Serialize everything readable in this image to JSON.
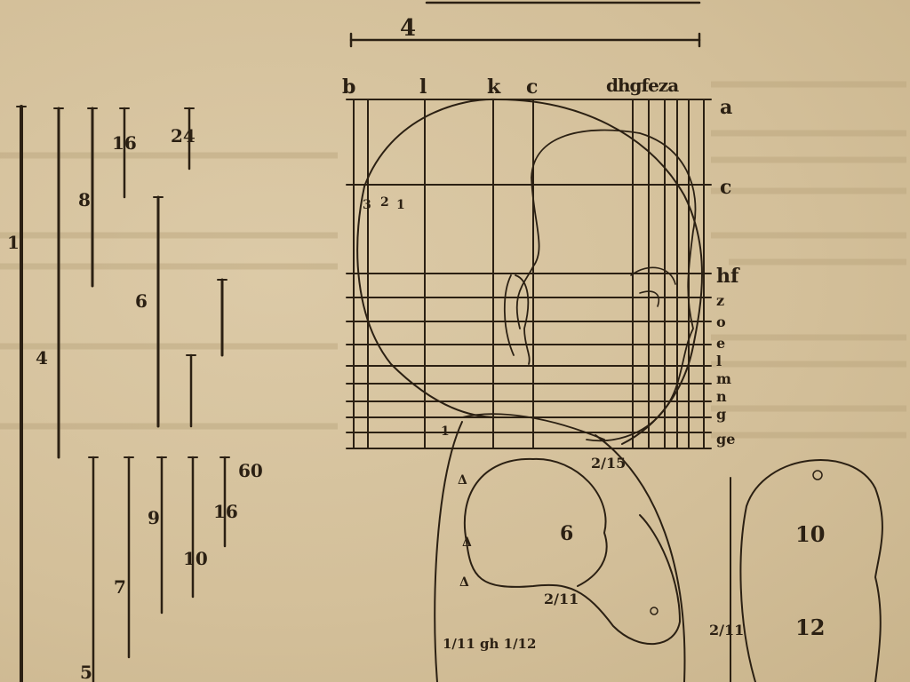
{
  "top_scale_label": "4",
  "rulers": [
    {
      "label": "1"
    },
    {
      "label": "4"
    },
    {
      "label": "8"
    },
    {
      "label": "16"
    },
    {
      "label": "24"
    },
    {
      "label": "6"
    },
    {
      "label": ""
    },
    {
      "label": ""
    },
    {
      "label": "5"
    },
    {
      "label": "7"
    },
    {
      "label": "9"
    },
    {
      "label": "10"
    },
    {
      "label": "16"
    }
  ],
  "ruler_extra_label": "60",
  "grid_top_labels": [
    "b",
    "l",
    "k",
    "c",
    "dhgfeza"
  ],
  "grid_right_labels": [
    "a",
    "c",
    "hf",
    "z",
    "o",
    "e",
    "l",
    "m",
    "n",
    "g",
    "ge"
  ],
  "grid_inner_labels": [
    "3",
    "2",
    "1",
    "1"
  ],
  "lower_labels": {
    "frac_a": "2/15",
    "six": "6",
    "frac_b": "2/11",
    "bottom_left": "1/11 gh 1/12",
    "frac_c": "2/11",
    "ten": "10",
    "twelve": "12"
  },
  "colors": {
    "paper": "#d8c6a2",
    "ink": "#2b2013"
  }
}
